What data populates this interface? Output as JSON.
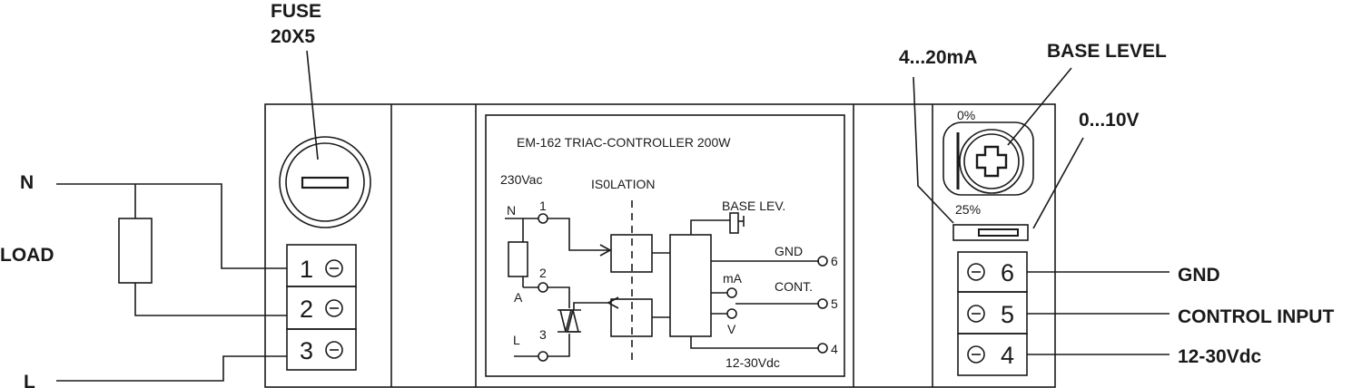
{
  "fuse": {
    "label_line1": "FUSE",
    "label_line2": "20X5"
  },
  "left_wiring": {
    "n": "N",
    "load": "LOAD",
    "l": "L"
  },
  "left_terminals": [
    "1",
    "2",
    "3"
  ],
  "right_terminals": [
    "6",
    "5",
    "4"
  ],
  "right_labels": {
    "gnd": "GND",
    "control_input": "CONTROL INPUT",
    "supply": "12-30Vdc",
    "current": "4...20mA",
    "voltage": "0...10V",
    "base_level": "BASE LEVEL"
  },
  "pot": {
    "min": "0%",
    "max": "25%"
  },
  "panel": {
    "title": "EM-162  TRIAC-CONTROLLER 200W",
    "voltage": "230Vac",
    "isolation": "IS0LATION",
    "base_lev": "BASE LEV.",
    "n": "N",
    "a": "A",
    "l": "L",
    "t1": "1",
    "t2": "2",
    "t3": "3",
    "gnd": "GND",
    "t6": "6",
    "ma": "mA",
    "cont": "CONT.",
    "t5": "5",
    "v": "V",
    "t4": "4",
    "supply": "12-30Vdc"
  }
}
